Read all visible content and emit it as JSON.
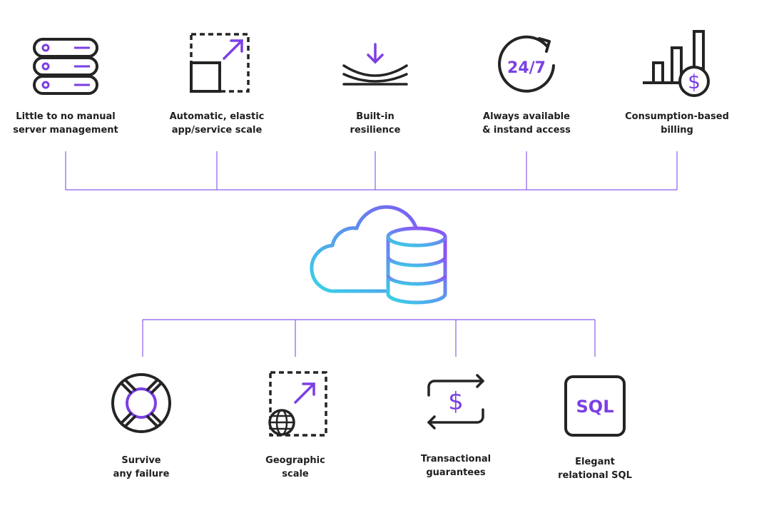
{
  "top_features": [
    {
      "icon": "server-stack-icon",
      "line1": "Little to no manual",
      "line2": "server management"
    },
    {
      "icon": "elastic-scale-icon",
      "line1": "Automatic, elastic",
      "line2": "app/service scale"
    },
    {
      "icon": "resilience-icon",
      "line1": "Built-in",
      "line2": "resilience"
    },
    {
      "icon": "always-available-icon",
      "icon_text": "24/7",
      "line1": "Always available",
      "line2": "& instand access"
    },
    {
      "icon": "billing-chart-icon",
      "icon_text": "$",
      "line1": "Consumption-based",
      "line2": "billing"
    }
  ],
  "center": {
    "icon": "cloud-database-icon"
  },
  "bottom_features": [
    {
      "icon": "lifebuoy-icon",
      "line1": "Survive",
      "line2": "any failure"
    },
    {
      "icon": "geographic-scale-icon",
      "line1": "Geographic",
      "line2": "scale"
    },
    {
      "icon": "transaction-icon",
      "icon_text": "$",
      "line1": "Transactional",
      "line2": "guarantees"
    },
    {
      "icon": "sql-icon",
      "icon_text": "SQL",
      "line1": "Elegant",
      "line2": "relational SQL"
    }
  ],
  "colors": {
    "accent": "#7b3fe4",
    "dark": "#242424",
    "line": "#8a5cf0",
    "cloud_cyan": "#36d4e6",
    "cloud_purple": "#7c5cf2"
  }
}
